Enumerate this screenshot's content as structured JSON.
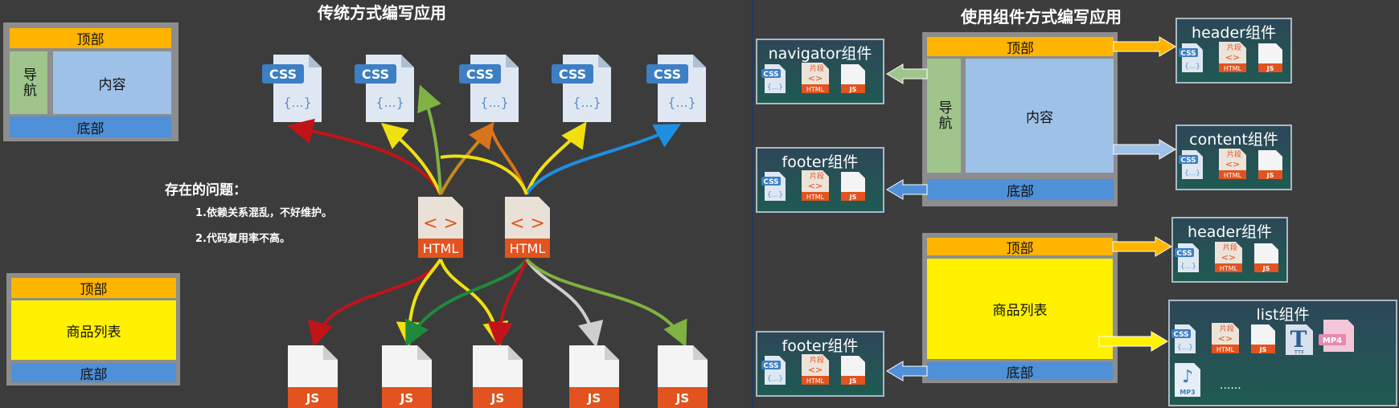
{
  "left": {
    "title": "传统方式编写应用",
    "layout1": {
      "top": "顶部",
      "nav": "导航",
      "content": "内容",
      "bottom": "底部"
    },
    "layout2": {
      "top": "顶部",
      "list": "商品列表",
      "bottom": "底部"
    },
    "problems": {
      "heading": "存在的问题：",
      "item1": "1.依赖关系混乱，不好维护。",
      "item2": "2.代码复用率不高。"
    },
    "css_label": "CSS",
    "css_braces": "{...}",
    "html_label": "HTML",
    "js_label": "JS"
  },
  "right": {
    "title": "使用组件方式编写应用",
    "page1": {
      "top": "顶部",
      "nav": "导航",
      "content": "内容",
      "bottom": "底部"
    },
    "page2": {
      "top": "顶部",
      "list": "商品列表",
      "bottom": "底部"
    },
    "components": {
      "navigator": "navigator组件",
      "footer1": "footer组件",
      "header1": "header组件",
      "content": "content组件",
      "header2": "header组件",
      "list": "list组件",
      "footer2": "footer组件"
    },
    "icon_labels": {
      "css": "CSS",
      "braces": "{...}",
      "fragment": "片段",
      "html": "HTML",
      "js": "JS",
      "ttf": "TTF",
      "mp4": "MP4",
      "mp3": "MP3",
      "ellipsis": "......"
    }
  },
  "colors": {
    "orange": "#ffb400",
    "green": "#9fc58c",
    "light_blue": "#9ec1e8",
    "blue": "#4f90d8",
    "yellow": "#fff100",
    "js_red": "#e2531f",
    "css_blue": "#3d7fc4"
  }
}
